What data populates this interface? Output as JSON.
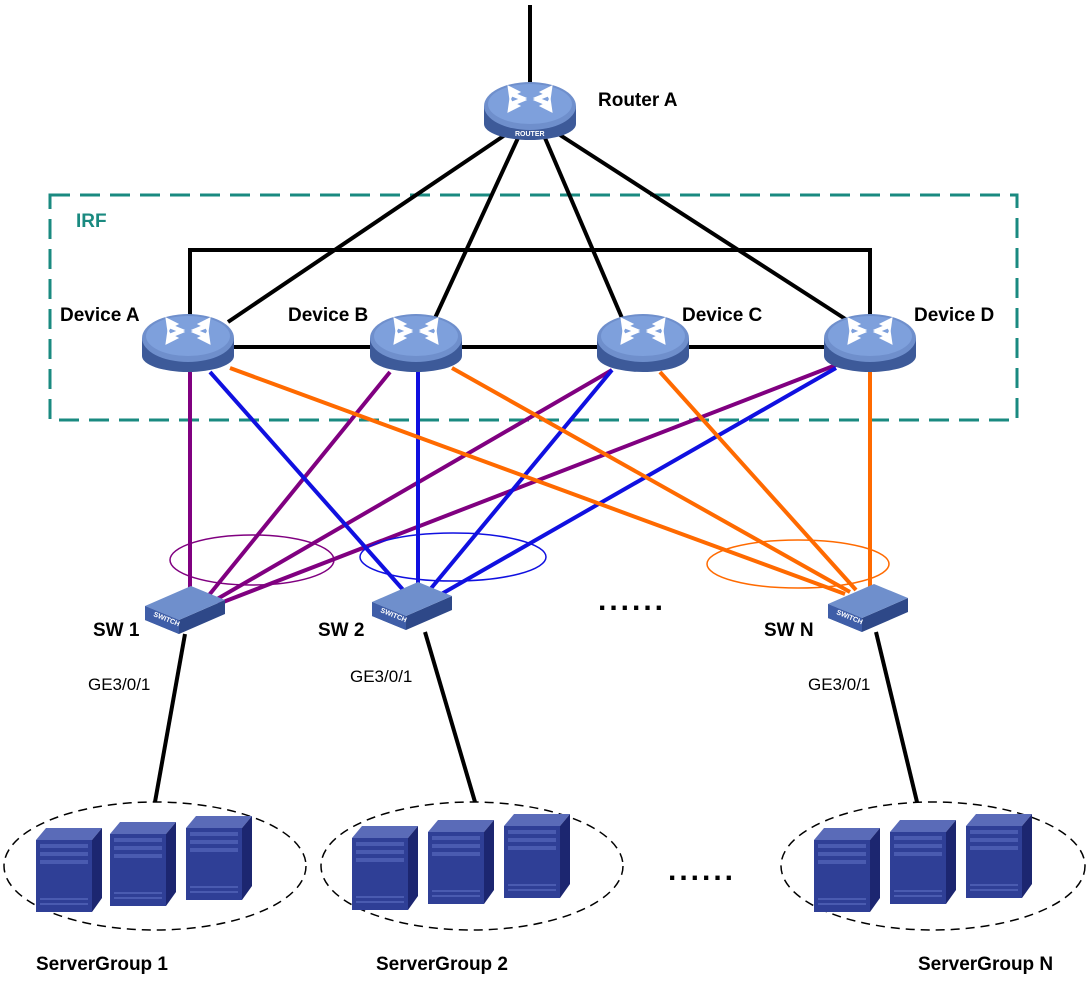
{
  "colors": {
    "irf_box": "#1a8a80",
    "link_black": "#000000",
    "link_purple": "#800080",
    "link_blue": "#1010e0",
    "link_orange": "#ff6a00",
    "device_body": "#4a6aa8",
    "device_top": "#7a9bd6",
    "server_front": "#2c3a8c",
    "server_side": "#1a2466"
  },
  "router": {
    "label": "Router A",
    "caption": "ROUTER",
    "icon": "router-icon"
  },
  "irf": {
    "label": "IRF"
  },
  "devices": [
    {
      "id": "A",
      "label": "Device A",
      "icon": "core-switch-icon"
    },
    {
      "id": "B",
      "label": "Device B",
      "icon": "core-switch-icon"
    },
    {
      "id": "C",
      "label": "Device C",
      "icon": "core-switch-icon"
    },
    {
      "id": "D",
      "label": "Device D",
      "icon": "core-switch-icon"
    }
  ],
  "switches": [
    {
      "id": "1",
      "label": "SW 1",
      "caption": "SWITCH",
      "port": "GE3/0/1",
      "icon": "switch-icon"
    },
    {
      "id": "2",
      "label": "SW 2",
      "caption": "SWITCH",
      "port": "GE3/0/1",
      "icon": "switch-icon"
    },
    {
      "id": "N",
      "label": "SW N",
      "caption": "SWITCH",
      "port": "GE3/0/1",
      "icon": "switch-icon"
    }
  ],
  "server_groups": [
    {
      "label": "ServerGroup 1",
      "icon": "server-icon"
    },
    {
      "label": "ServerGroup 2",
      "icon": "server-icon"
    },
    {
      "label": "ServerGroup N",
      "icon": "server-icon"
    }
  ],
  "ellipsis_switches": "......",
  "ellipsis_servers": "......"
}
